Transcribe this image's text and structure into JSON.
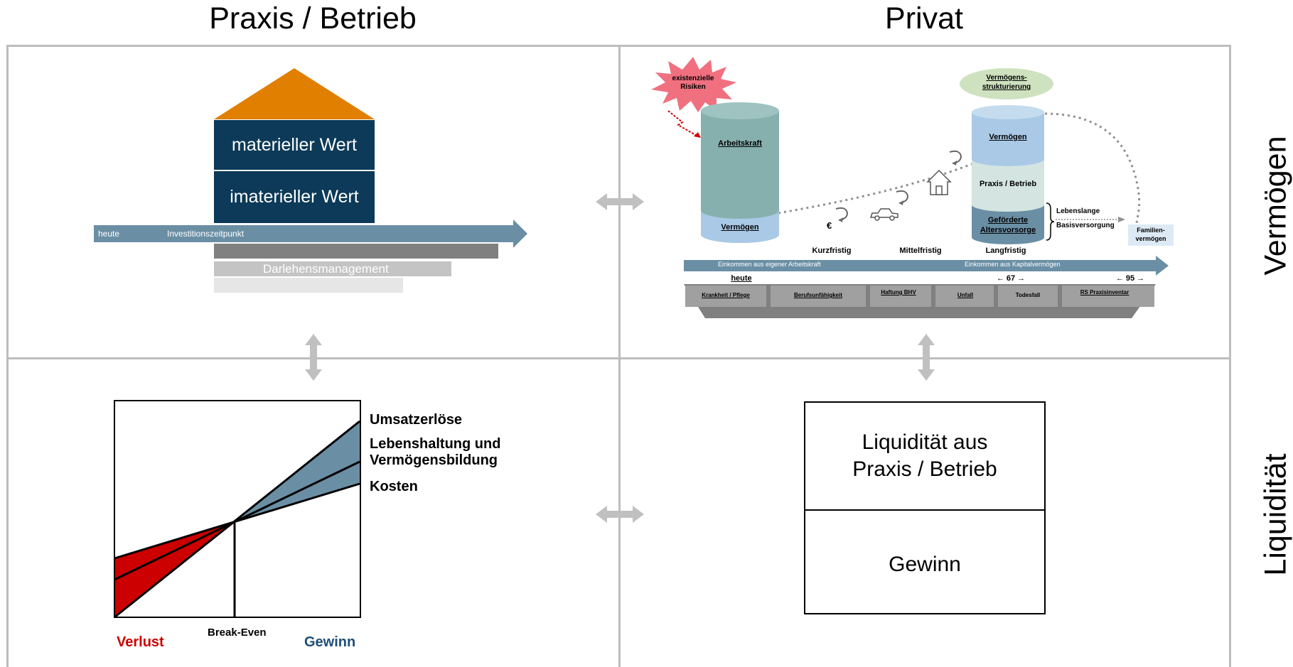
{
  "columns": {
    "left_title": "Praxis / Betrieb",
    "right_title": "Privat"
  },
  "rows": {
    "top_title": "Vermögen",
    "bottom_title": "Liquidität"
  },
  "colors": {
    "dark_navy": "#0c3a58",
    "orange": "#e07f00",
    "steel_blue": "#6a8fa5",
    "red": "#cc0000",
    "teal": "#86b0ae",
    "light_blue": "#a9c9e6",
    "grey": "#808080"
  },
  "house": {
    "block_top": "materieller Wert",
    "block_bottom": "imaterieller Wert",
    "timeline_start": "heute",
    "timeline_point": "Investitionszeitpunkt",
    "loan_label": "Darlehensmanagement"
  },
  "breakeven": {
    "labels": {
      "revenue": "Umsatzerlöse",
      "living_line1": "Lebenshaltung und",
      "living_line2": "Vermögensbildung",
      "costs": "Kosten",
      "loss": "Verlust",
      "breakeven": "Break-Even",
      "profit": "Gewinn"
    }
  },
  "private": {
    "risk_burst": "existenzielle Risiken",
    "structuring_line1": "Vermögens-",
    "structuring_line2": "strukturierung",
    "cyl_left_top": "Arbeitskraft",
    "cyl_left_bottom": "Vermögen",
    "cyl_right_top": "Vermögen",
    "cyl_right_mid": "Praxis / Betrieb",
    "cyl_right_bot1": "Geförderte",
    "cyl_right_bot2": "Altersvorsorge",
    "lifelong1": "Lebenslange",
    "lifelong2": "Basisversorgung",
    "family1": "Familien-",
    "family2": "vermögen",
    "euro": "€",
    "short_term": "Kurzfristig",
    "mid_term": "Mittelfristig",
    "long_term": "Langfristig",
    "income_labor": "Einkommen aus eigener Arbeitskraft",
    "income_capital": "Einkommen aus Kapitalvermögen",
    "today": "heute",
    "age67": "← 67 →",
    "age95": "← 95 →",
    "risks": [
      "Krankheit / Pflege",
      "Berufsunfähigkeit",
      "Haftung BHV",
      "Unfall",
      "Todesfall",
      "RS Praxisinventar"
    ]
  },
  "liquidity_box": {
    "top_line1": "Liquidität aus",
    "top_line2": "Praxis / Betrieb",
    "bottom": "Gewinn"
  }
}
